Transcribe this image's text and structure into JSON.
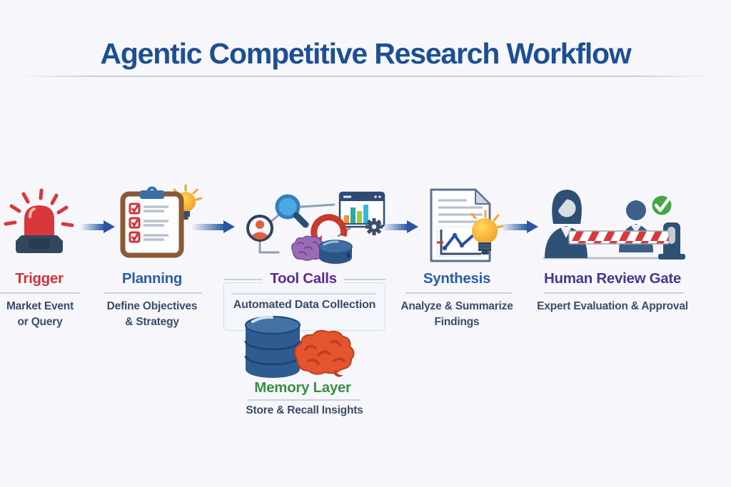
{
  "title": "Agentic Competitive Research Workflow",
  "colors": {
    "background": "#f7f7fb",
    "title": "#1d4f93",
    "arrow": "#2a5ba5",
    "divider": "#c9d2e0",
    "description_text": "#3a4c6b",
    "trigger_red": "#cf3339",
    "stage_blue": "#2a5da9",
    "toolcalls_purple": "#5a2d8c",
    "review_indigo": "#46398b",
    "memory_green": "#3a8f44",
    "check_green": "#43a843"
  },
  "stages": [
    {
      "label": "Trigger",
      "label_color": "#cf3339",
      "description": "Market Event or Query",
      "icon": "siren-alert-icon"
    },
    {
      "label": "Planning",
      "label_color": "#2a5da9",
      "description": "Define Objectives & Strategy",
      "icon": "clipboard-checklist-icon"
    },
    {
      "label": "Tool Calls",
      "label_color": "#5a2d8c",
      "description": "Automated Data Collection",
      "icon": "tools-cluster-icon"
    },
    {
      "label": "Synthesis",
      "label_color": "#2a5da9",
      "description": "Analyze & Summarize Findings",
      "icon": "document-chart-lightbulb-icon"
    },
    {
      "label": "Human Review Gate",
      "label_color": "#46398b",
      "description": "Expert Evaluation & Approval",
      "icon": "reviewers-barrier-gate-icon"
    }
  ],
  "memory_layer": {
    "label": "Memory Layer",
    "label_color": "#3a8f44",
    "description": "Store & Recall Insights",
    "icon": "database-brain-icon"
  },
  "icons": {
    "trigger": "siren-alert-icon",
    "planning": "clipboard-checklist-icon",
    "planning_extra": "lightbulb-icon",
    "tool_calls": [
      "user-profile-icon",
      "magnifier-search-icon",
      "browser-chart-icon",
      "gear-icon",
      "refresh-arrow-icon",
      "brain-icon",
      "database-icon"
    ],
    "synthesis": [
      "document-chart-icon",
      "lightbulb-icon"
    ],
    "human_review": [
      "woman-reviewer-icon",
      "person-icon",
      "approved-check-icon",
      "barrier-gate-icon"
    ],
    "memory": [
      "database-stack-icon",
      "brain-icon"
    ]
  }
}
